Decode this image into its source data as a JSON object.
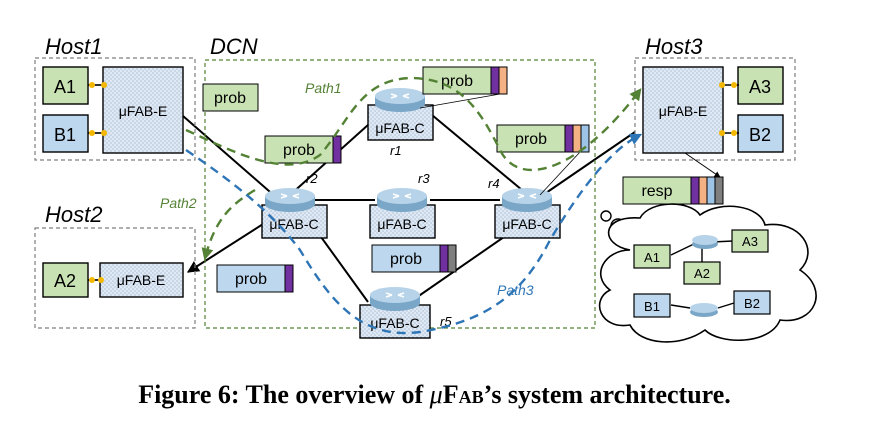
{
  "hosts": {
    "host1": {
      "title": "Host1",
      "endpoints": [
        "A1",
        "B1"
      ],
      "nic": "μFAB-E"
    },
    "host2": {
      "title": "Host2",
      "endpoints": [
        "A2"
      ],
      "nic": "μFAB-E"
    },
    "host3": {
      "title": "Host3",
      "endpoints": [
        "A3",
        "B2"
      ],
      "nic": "μFAB-E"
    }
  },
  "dcn": {
    "title": "DCN",
    "switch_label": "μFAB-C",
    "routers": [
      "r1",
      "r2",
      "r3",
      "r4",
      "r5"
    ]
  },
  "packets": {
    "probe": "prob",
    "response": "resp"
  },
  "paths": [
    "Path1",
    "Path2",
    "Path3"
  ],
  "cloud": {
    "endpoints": [
      "A1",
      "A2",
      "A3",
      "B1",
      "B2"
    ]
  },
  "colors": {
    "green_fill": "#c9e2b3",
    "blue_fill": "#bdd7ee",
    "path_green": "#548235",
    "path_blue": "#2e75b6",
    "purple": "#7030a0",
    "orange": "#f4b183",
    "light_blue": "#9dc3e6",
    "grey": "#7f7f7f",
    "port": "#f5b800"
  },
  "caption": {
    "prefix": "Figure 6: The overview of ",
    "mu": "μ",
    "fab": "Fab",
    "suffix": "’s system architecture."
  }
}
